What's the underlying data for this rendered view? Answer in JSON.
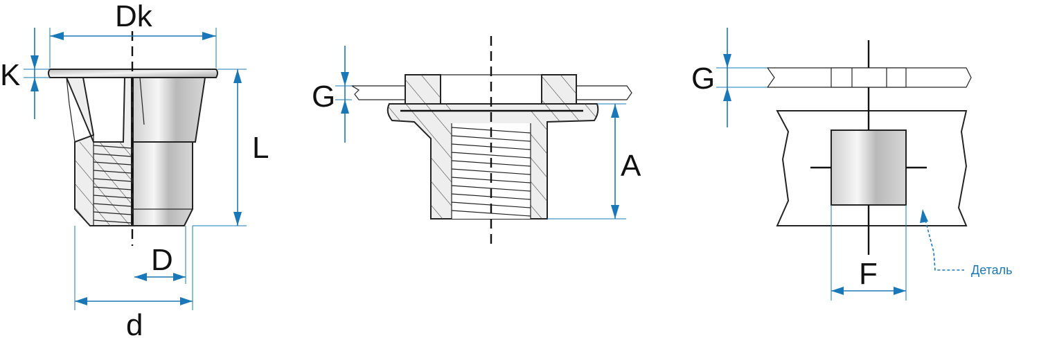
{
  "labels": {
    "dk": "Dk",
    "k": "K",
    "l": "L",
    "d_small": "D",
    "d_outer": "d",
    "g_middle": "G",
    "a": "A",
    "g_right": "G",
    "f": "F",
    "detail": "Деталь"
  },
  "colors": {
    "dimension": "#1a78b8",
    "outline": "#222222",
    "fill": "#e9e9e9"
  }
}
